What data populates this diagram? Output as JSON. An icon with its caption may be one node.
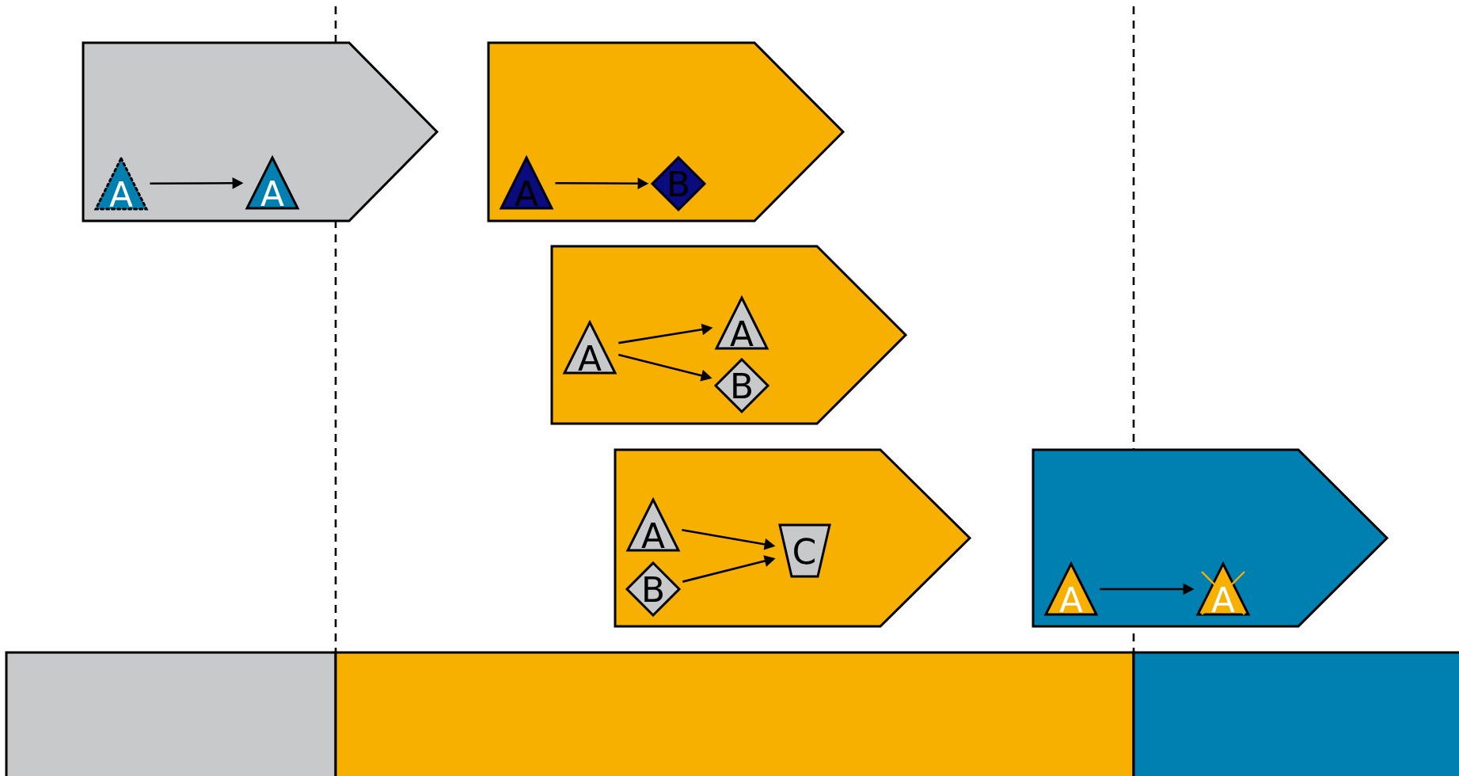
{
  "diagram": {
    "nodes": [
      {
        "text": [],
        "shape": "arrow"
      },
      {
        "text": [
          "A"
        ],
        "in": 0
      },
      {
        "text": [
          "A"
        ],
        "in": 0
      },
      {
        "text": [],
        "shape": "arrow"
      },
      {
        "text": [
          "A"
        ],
        "in": 3
      },
      {
        "text": [
          "B"
        ],
        "in": 3
      },
      {
        "text": [],
        "shape": "arrow"
      },
      {
        "text": [
          "A"
        ],
        "in": 6
      },
      {
        "text": [
          "A"
        ],
        "in": 6
      },
      {
        "text": [
          "B"
        ],
        "in": 6
      },
      {
        "text": [],
        "shape": "arrow"
      },
      {
        "text": [
          "A"
        ],
        "in": 10
      },
      {
        "text": [
          "B"
        ],
        "in": 10
      },
      {
        "text": [
          "C"
        ],
        "in": 10
      },
      {
        "text": [],
        "shape": "arrow"
      },
      {
        "text": [
          "A"
        ],
        "in": 14
      },
      {
        "text": [
          "A"
        ],
        "in": 14
      },
      {
        "text": [],
        "shape": "bar"
      },
      {
        "text": [],
        "shape": "bar"
      },
      {
        "text": [],
        "shape": "bar"
      }
    ],
    "edges": [
      {
        "from": 1,
        "to": 2,
        "arrow": "to"
      },
      {
        "from": 4,
        "to": 5,
        "arrow": "to"
      },
      {
        "from": 7,
        "to": 8,
        "arrow": "to"
      },
      {
        "from": 7,
        "to": 9,
        "arrow": "to"
      },
      {
        "from": 11,
        "to": 13,
        "arrow": "to"
      },
      {
        "from": 12,
        "to": 13,
        "arrow": "to"
      },
      {
        "from": 15,
        "to": 16,
        "arrow": "to"
      }
    ]
  }
}
